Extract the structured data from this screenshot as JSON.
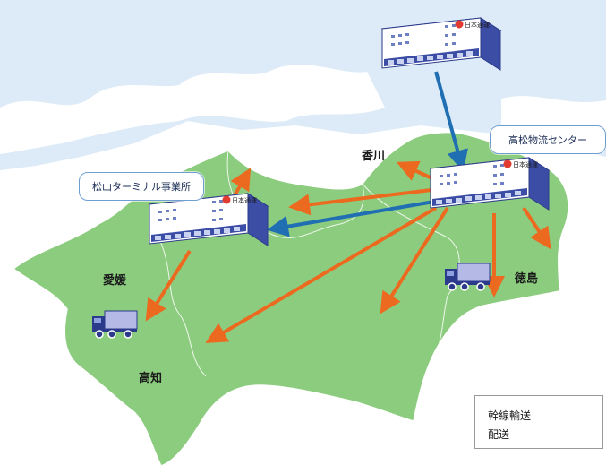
{
  "callouts": {
    "takamatsu": "高松物流センター",
    "matsuyama": "松山ターミナル事業所"
  },
  "prefectures": {
    "kagawa": "香川",
    "ehime": "愛媛",
    "tokushima": "徳島",
    "kochi": "高知"
  },
  "warehouse_sign": "日本通運",
  "legend": {
    "trunk": "幹線輸送",
    "delivery": "配送"
  },
  "colors": {
    "sea": "#dcebf7",
    "land": "#8ccc7e",
    "trunk": "#1f6fb2",
    "delivery": "#ec6a1f"
  }
}
